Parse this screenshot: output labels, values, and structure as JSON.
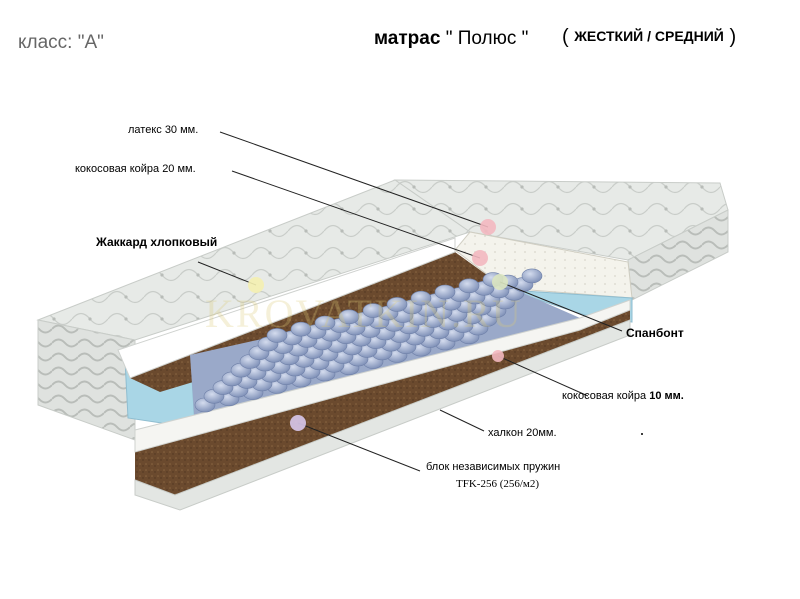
{
  "header": {
    "class_label": "класс: \"А\"",
    "title_prefix": "матрас",
    "title_name": "\" Полюс \"",
    "hardness": "ЖЕСТКИЙ / СРЕДНИЙ",
    "paren_open": "(",
    "paren_close": ")"
  },
  "watermark": "KROVATKIN.RU",
  "labels": {
    "latex": "латекс 30 мм.",
    "coir_top": "кокосовая койра 20 мм.",
    "jacquard": "Жаккард хлопковый",
    "spunbond": "Спанбонт",
    "coir_bottom_text": "кокосовая койра",
    "coir_bottom_value": "10 мм.",
    "halcon": "халкон 20мм.",
    "springs_line1": "блок независимых пружин",
    "springs_line2": "TFK-256  (256/м2)"
  },
  "colors": {
    "cover": "#e6e9e6",
    "latex": "#f3f2ea",
    "coir": "#6b4a2e",
    "foam": "#a9d6e6",
    "spring": "#8ea0c4"
  }
}
